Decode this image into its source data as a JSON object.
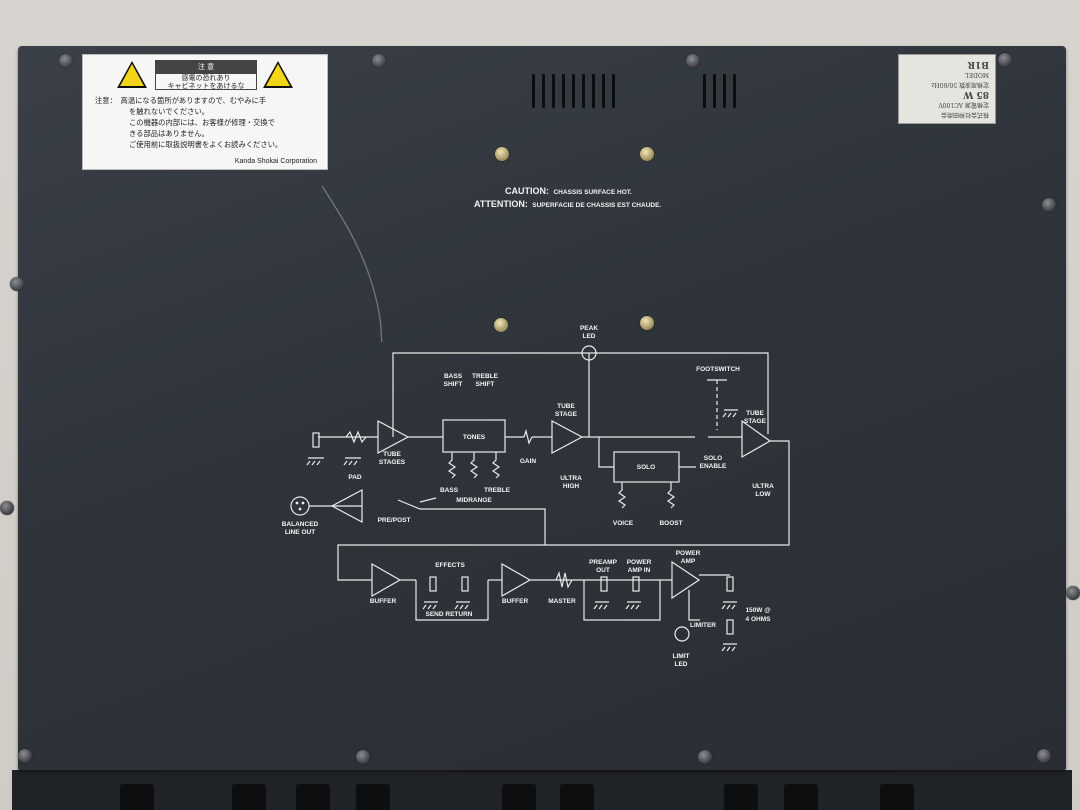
{
  "warning_label": {
    "header_title": "注 意",
    "header_line1": "感電の恐れあり",
    "header_line2": "キャビネットをあけるな",
    "body_lines": [
      "注意：　高温になる箇所がありますので、むやみに手",
      "を触れないでください。",
      "この機器の内部には、お客様が修理・交換で",
      "きる部品はありません。",
      "ご使用前に取扱説明書をよくお読みください。"
    ],
    "company": "Kanda Shokai Corporation"
  },
  "model_plate": {
    "lines": [
      "株式会社神田商会",
      "定格電源 AC100V",
      "85 W",
      "定格周波数 50/60Hz",
      "MODEL",
      "B1R"
    ]
  },
  "caution": {
    "line1_label": "CAUTION:",
    "line1_text": "CHASSIS SURFACE HOT.",
    "line2_label": "ATTENTION:",
    "line2_text": "SUPERFACIE DE CHASSIS EST CHAUDE."
  },
  "schematic_labels": {
    "peak_led_1": "PEAK",
    "peak_led_2": "LED",
    "bass_shift_1": "BASS",
    "bass_shift_2": "SHIFT",
    "treble_shift_1": "TREBLE",
    "treble_shift_2": "SHIFT",
    "footswitch": "FOOTSWITCH",
    "tones": "TONES",
    "tube_stage_top_1": "TUBE",
    "tube_stage_top_2": "STAGE",
    "tube_stage_right_1": "TUBE",
    "tube_stage_right_2": "STAGE",
    "tube_stages_1": "TUBE",
    "tube_stages_2": "STAGES",
    "pad": "PAD",
    "gain": "GAIN",
    "bass": "BASS",
    "treble": "TREBLE",
    "midrange": "MIDRANGE",
    "ultra_high_1": "ULTRA",
    "ultra_high_2": "HIGH",
    "solo": "SOLO",
    "solo_enable_1": "SOLO",
    "solo_enable_2": "ENABLE",
    "ultra_low_1": "ULTRA",
    "ultra_low_2": "LOW",
    "voice": "VOICE",
    "boost": "BOOST",
    "balanced_line_out_1": "BALANCED",
    "balanced_line_out_2": "LINE OUT",
    "pre_post": "PRE/POST",
    "effects": "EFFECTS",
    "buffer_left": "BUFFER",
    "buffer_right": "BUFFER",
    "send_return": "SEND  RETURN",
    "master": "MASTER",
    "preamp_out_1": "PREAMP",
    "preamp_out_2": "OUT",
    "power_amp_in_1": "POWER",
    "power_amp_in_2": "AMP IN",
    "power_amp_1": "POWER",
    "power_amp_2": "AMP",
    "limiter": "LIMITER",
    "limit_led_1": "LIMIT",
    "limit_led_2": "LED",
    "power_rating_1": "150W @",
    "power_rating_2": "4 OHMS"
  }
}
